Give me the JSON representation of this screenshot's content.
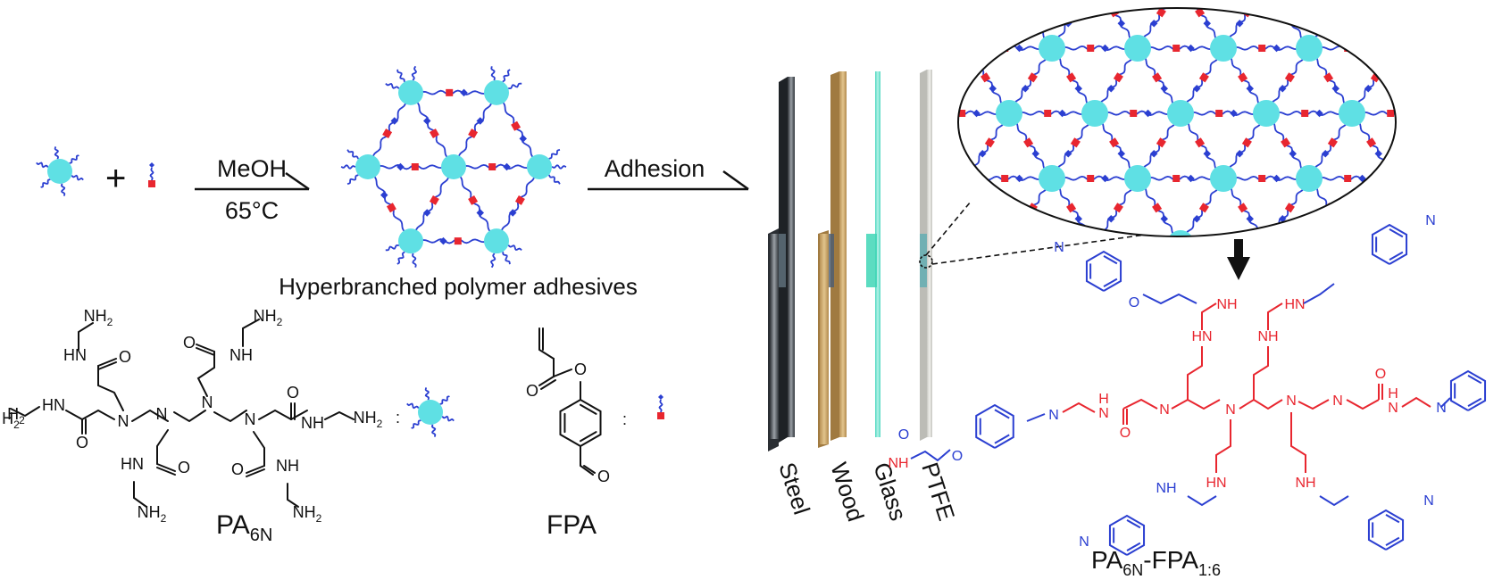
{
  "reaction": {
    "plus": "+",
    "solvent": "MeOH",
    "temperature": "65°C",
    "step2": "Adhesion"
  },
  "product_caption": "Hyperbranched polymer adhesives",
  "substrates": [
    "Steel",
    "Wood",
    "Glass",
    "PTFE"
  ],
  "monomers": {
    "pa": {
      "base": "PA",
      "sub": "6N",
      "colon": ":"
    },
    "fpa": {
      "label": "FPA",
      "colon": ":"
    }
  },
  "polymer_label": {
    "base": "PA",
    "sub1": "6N",
    "mid": "-FPA",
    "sub2": "1:6"
  },
  "chem_text": {
    "nh2": "NH",
    "h2": "2",
    "h2n": "H",
    "hn": "HN",
    "nh": "NH",
    "n": "N",
    "o": "O",
    "h": "H"
  },
  "colors": {
    "core": "#5fe0e4",
    "arm": "#2b3fd1",
    "link": "#e8262f",
    "steel": "#4a4f55",
    "wood": "#c9a56a",
    "glass": "#6fe3cf",
    "ptfe": "#dcdcd6"
  }
}
